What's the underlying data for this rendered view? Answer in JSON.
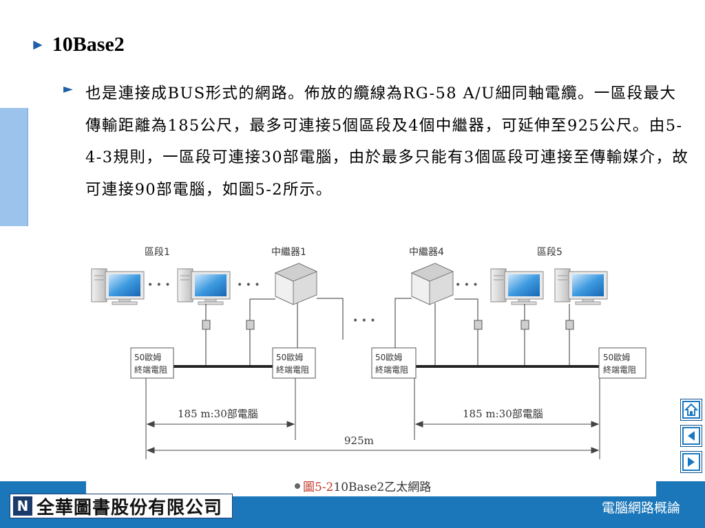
{
  "heading": {
    "text": "10Base2",
    "bullet": "►"
  },
  "paragraph": {
    "bullet": "►",
    "text": "也是連接成BUS形式的網路。佈放的纜線為RG-58 A/U細同軸電纜。一區段最大傳輸距離為185公尺，最多可連接5個區段及4個中繼器，可延伸至925公尺。由5-4-3規則，一區段可連接30部電腦，由於最多只能有3個區段可連接至傳輸媒介，故可連接90部電腦，如圖5-2所示。"
  },
  "diagram": {
    "labels": {
      "segment1": "區段1",
      "repeater1": "中繼器1",
      "repeater4": "中繼器4",
      "segment5": "區段5",
      "dots": "• • •"
    },
    "terminator_line1": "50歐姆",
    "terminator_line2": "終端電阻",
    "measure_left": "185 m:30部電腦",
    "measure_right": "185 m:30部電腦",
    "measure_total": "925m"
  },
  "caption": {
    "prefix": "圖5-2",
    "text": " 10Base2乙太網路"
  },
  "footer": {
    "logo_text": "全華圖書股份有限公司",
    "logo_mark": "N",
    "course_title": "電腦網路概論"
  },
  "colors": {
    "accent": "#1f5fa8",
    "footer_blue": "#1b77b9",
    "side_bar": "#9cc3ec",
    "nav_blue": "#1a78c2"
  },
  "nav": {
    "home": "home-icon",
    "prev": "triangle-left-icon",
    "next": "triangle-right-icon"
  }
}
